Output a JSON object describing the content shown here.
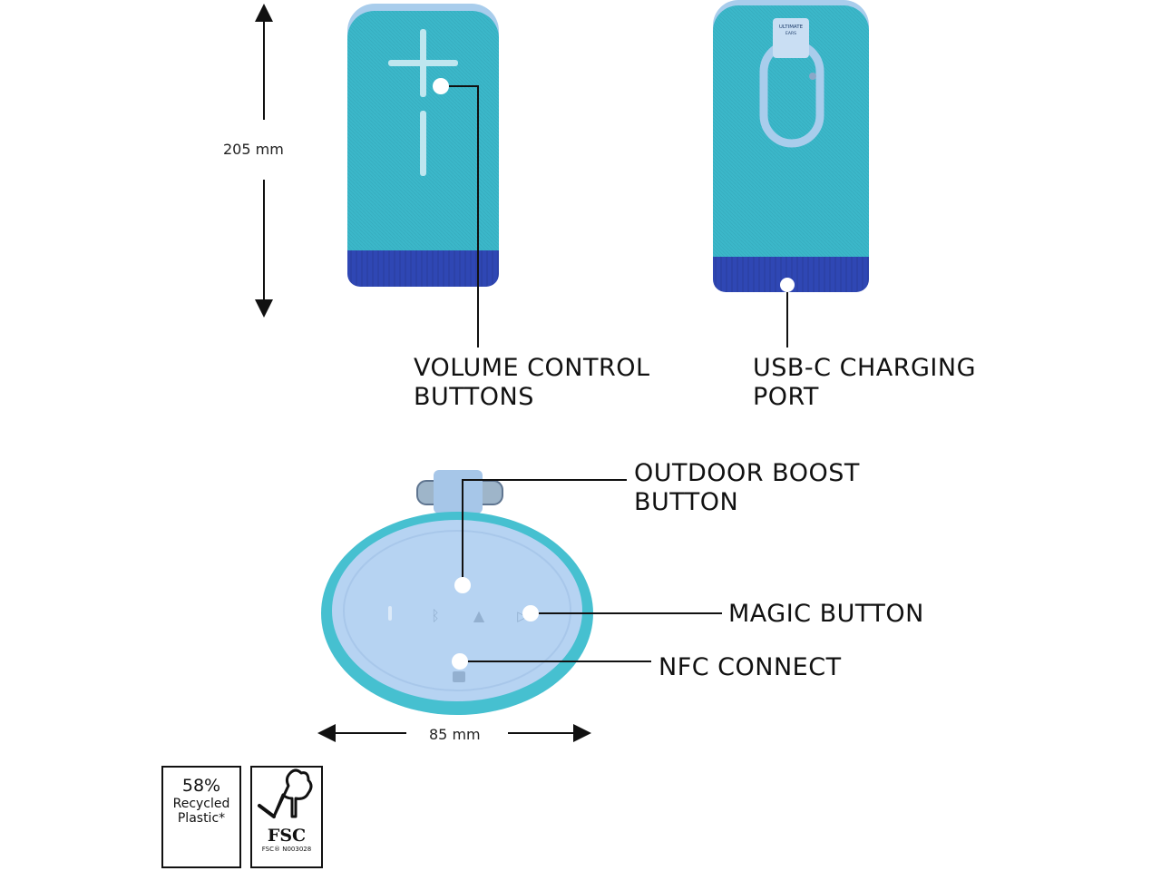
{
  "dimensions": {
    "height": "205 mm",
    "width": "85 mm"
  },
  "callouts": {
    "volume": [
      "VOLUME CONTROL",
      "BUTTONS"
    ],
    "usb": [
      "USB-C CHARGING",
      "PORT"
    ],
    "outdoor": [
      "OUTDOOR BOOST",
      "BUTTON"
    ],
    "magic": "MAGIC BUTTON",
    "nfc": "NFC CONNECT"
  },
  "speaker_back_tag": [
    "ULTIMATE",
    "EARS"
  ],
  "badges": {
    "recycled": {
      "percent": "58%",
      "line1": "Recycled",
      "line2": "Plastic*"
    },
    "fsc": {
      "logo": "FSC",
      "code": "FSC® N003028"
    }
  },
  "icons": [
    "plus-icon",
    "minus-icon",
    "bluetooth-icon",
    "tree-icon",
    "play-pause-icon",
    "nfc-icon",
    "recycle-icon",
    "fsc-tree-icon",
    "carabiner-icon"
  ],
  "colors": {
    "speaker_body": "#3bb7c9",
    "speaker_base": "#2f47b4",
    "speaker_cap": "#a9cdec",
    "button_marks": "#bfe6ef",
    "top_cap": "#b6d3f2",
    "top_rim": "#46c0d0"
  }
}
